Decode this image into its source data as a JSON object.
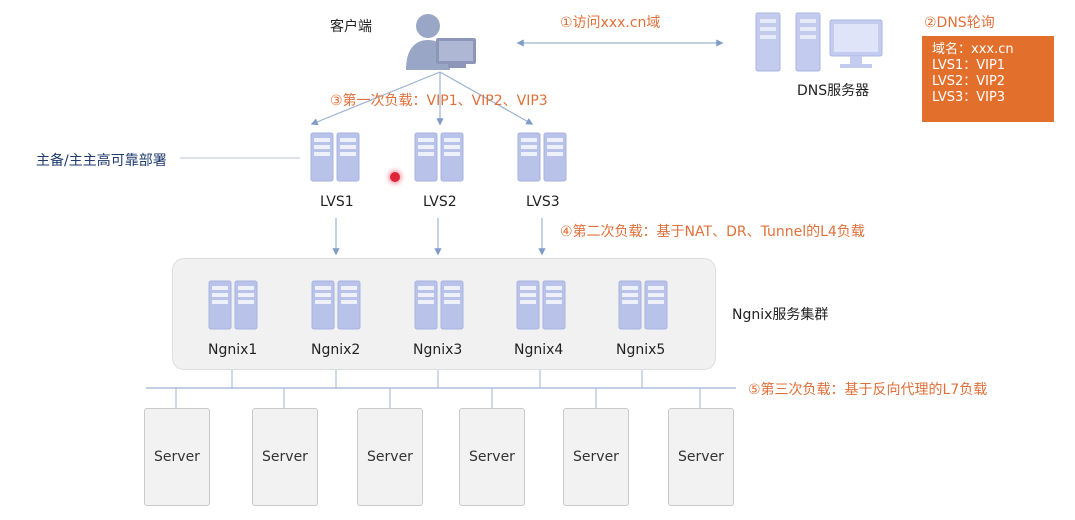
{
  "client": {
    "label": "客户端"
  },
  "dns": {
    "server_label": "DNS服务器",
    "box_lines": [
      "域名：xxx.cn",
      "LVS1：VIP1",
      "LVS2：VIP2",
      "LVS3：VIP3"
    ]
  },
  "steps": {
    "step1": "①访问xxx.cn域",
    "step2": "②DNS轮询",
    "step3": "③第一次负载：VIP1、VIP2、VIP3",
    "step4": "④第二次负载：基于NAT、DR、Tunnel的L4负载",
    "step5": "⑤第三次负载：基于反向代理的L7负载"
  },
  "lvs": {
    "deploy_note": "主备/主主高可靠部署",
    "nodes": [
      "LVS1",
      "LVS2",
      "LVS3"
    ]
  },
  "ngnix": {
    "cluster_label": "Ngnix服务集群",
    "nodes": [
      "Ngnix1",
      "Ngnix2",
      "Ngnix3",
      "Ngnix4",
      "Ngnix5"
    ]
  },
  "servers": [
    "Server",
    "Server",
    "Server",
    "Server",
    "Server",
    "Server"
  ],
  "colors": {
    "accent": "#e0703a",
    "dns_box": "#e36f2c",
    "line": "#8aa4c8",
    "server_icon": "#b9c3ea"
  }
}
